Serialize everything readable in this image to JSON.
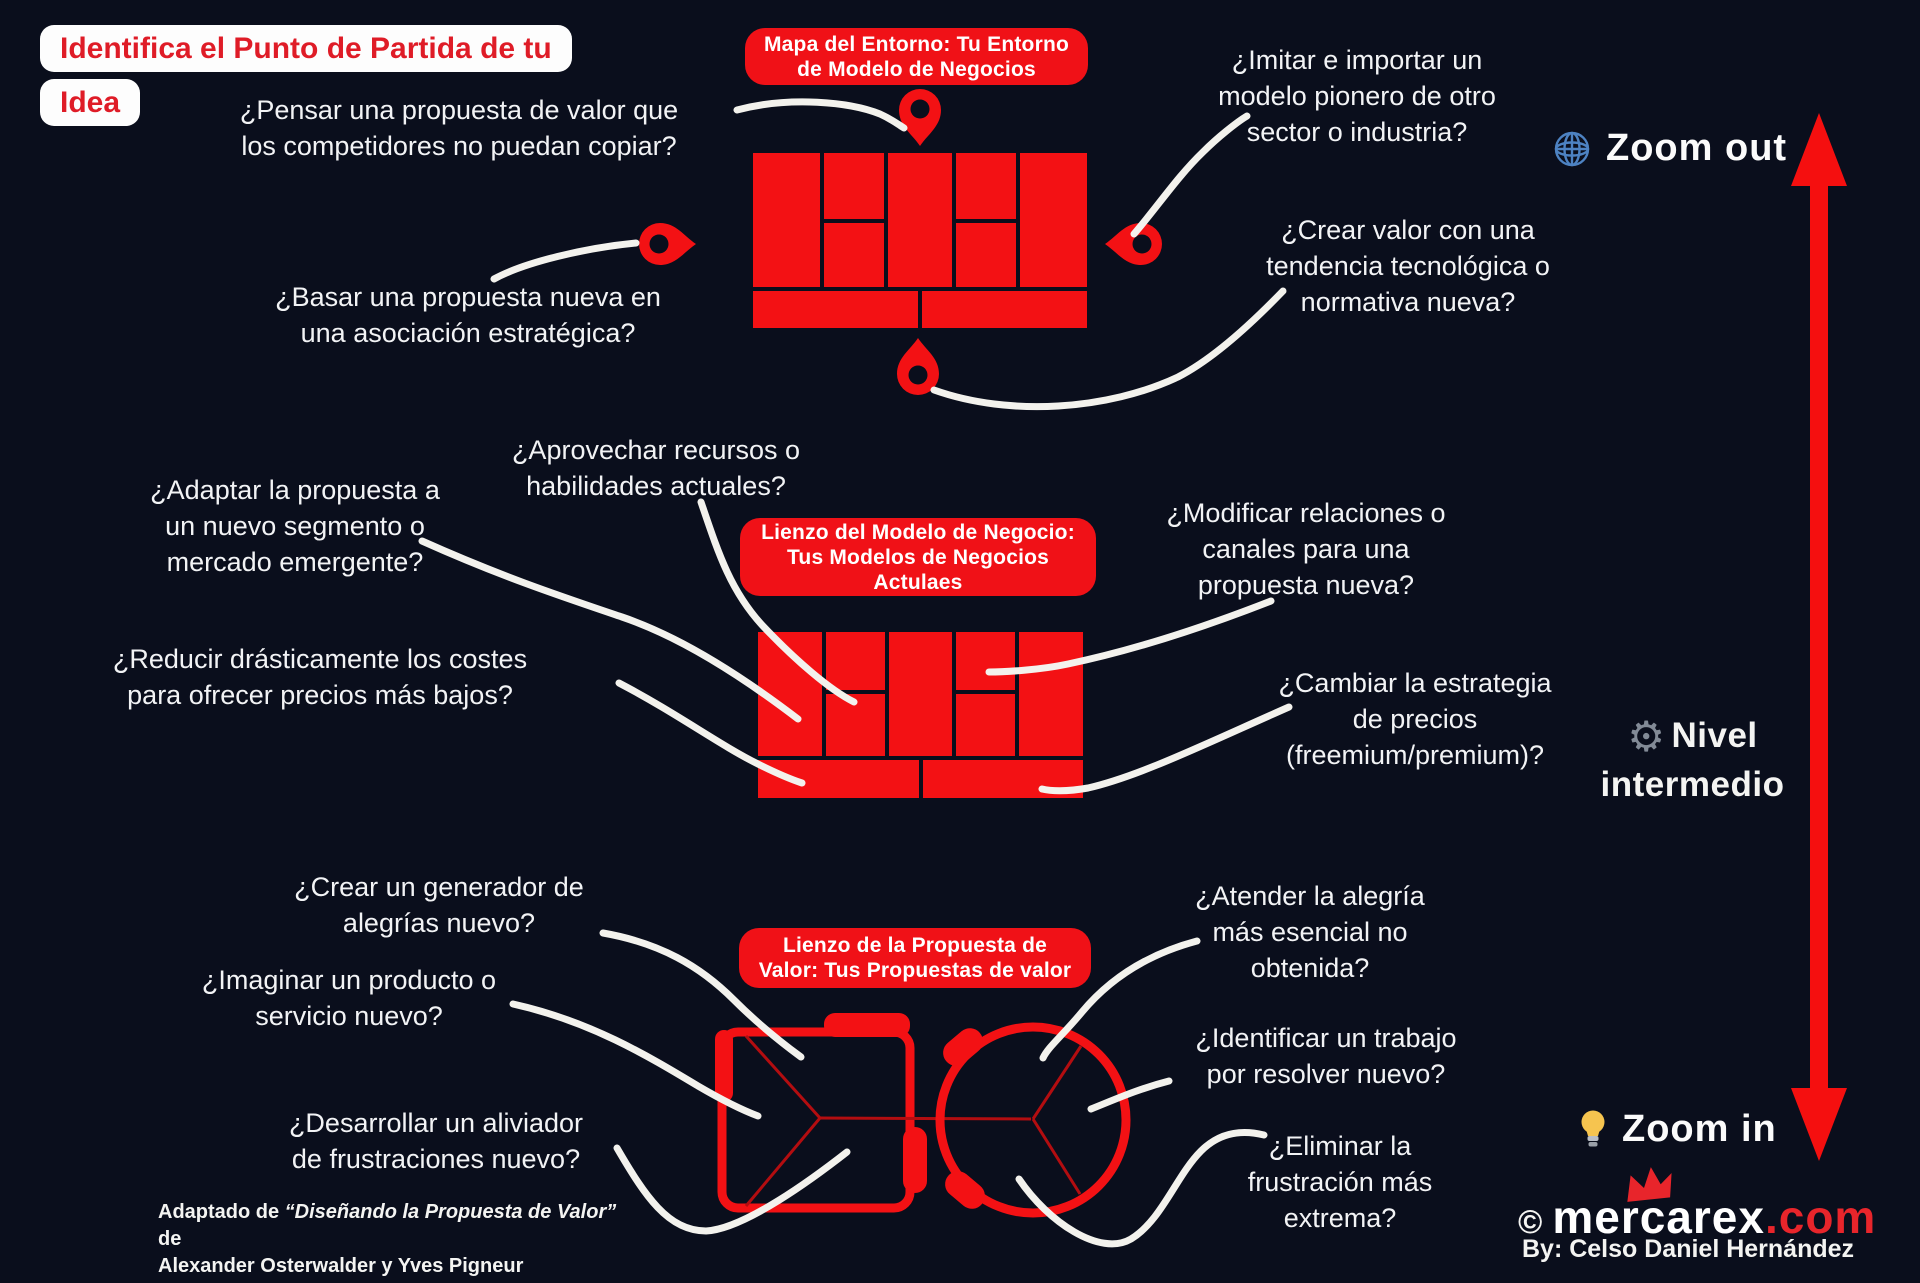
{
  "page_title": "Identifica el Punto de Partida de tu\nIdea",
  "colors": {
    "background": "#0a0e1c",
    "canvas_red": "#f31114",
    "badge_red": "#f01117",
    "title_red": "#df1c27",
    "text_white": "#f2f3f5",
    "annotation_white": "#f3f2ed",
    "globe_blue": "#4d82c2",
    "gear_gray": "#828a96",
    "bulb_yellow": "#f6c44f"
  },
  "sections": [
    {
      "badge": "Mapa del Entorno: Tu Entorno\nde Modelo de Negocios",
      "questions": [
        {
          "text": "¿Pensar una propuesta de valor que\nlos competidores no puedan copiar?"
        },
        {
          "text": "¿Imitar e importar un\nmodelo pionero de otro\nsector o industria?"
        },
        {
          "text": "¿Basar una propuesta nueva en\nuna asociación estratégica?"
        },
        {
          "text": "¿Crear valor con una\ntendencia tecnológica o\nnormativa nueva?"
        }
      ]
    },
    {
      "badge": "Lienzo del Modelo de Negocio:\nTus Modelos de Negocios\nActulaes",
      "questions": [
        {
          "text": "¿Aprovechar recursos o\nhabilidades actuales?"
        },
        {
          "text": "¿Adaptar la propuesta a\nun nuevo segmento o\nmercado emergente?"
        },
        {
          "text": "¿Reducir drásticamente los costes\npara ofrecer precios más bajos?"
        },
        {
          "text": "¿Modificar relaciones o\ncanales para una\npropuesta nueva?"
        },
        {
          "text": "¿Cambiar la estrategia\nde precios\n(freemium/premium)?"
        }
      ]
    },
    {
      "badge": "Lienzo de la Propuesta de\nValor: Tus Propuestas de valor",
      "questions": [
        {
          "text": "¿Crear un generador de\nalegrías nuevo?"
        },
        {
          "text": "¿Imaginar un producto o\nservicio nuevo?"
        },
        {
          "text": "¿Desarrollar un aliviador\nde frustraciones nuevo?"
        },
        {
          "text": "¿Atender la alegría\nmás esencial no\nobtenida?"
        },
        {
          "text": "¿Identificar un trabajo\npor resolver nuevo?"
        },
        {
          "text": "¿Eliminar la\nfrustración más\nextrema?"
        }
      ]
    }
  ],
  "zoom_axis": {
    "zoom_out": "Zoom out",
    "level_label": "Nivel\nintermedio",
    "zoom_in": "Zoom in"
  },
  "credits": {
    "adapted_prefix": "Adaptado de ",
    "adapted_book": "“Diseñando la Propuesta de Valor”",
    "adapted_suffix": " de",
    "adapted_authors": "Alexander Osterwalder y Yves Pigneur",
    "copyright_symbol": "©",
    "brand_name": "mercarex",
    "brand_tld": ".com",
    "byline": "By: Celso Daniel Hernández"
  }
}
